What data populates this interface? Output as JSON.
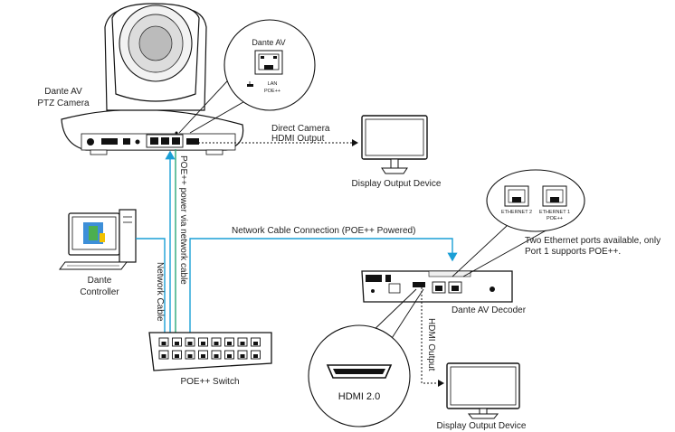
{
  "camera": {
    "line1": "Dante AV",
    "line2": "PTZ Camera"
  },
  "camera_port_zoom": {
    "title": "Dante AV",
    "lan": "LAN",
    "poe": "POE++"
  },
  "direct_output": {
    "line1": "Direct Camera",
    "line2": "HDMI Output"
  },
  "display_top": {
    "label": "Display Output Device"
  },
  "poe_power": {
    "label": "POE++ power via network cable"
  },
  "network_connection": {
    "label": "Network Cable Connection (POE++ Powered)"
  },
  "controller": {
    "line1": "Dante",
    "line2": "Controller"
  },
  "network_cable": {
    "label": "Network Cable"
  },
  "switch": {
    "label": "POE++ Switch"
  },
  "decoder": {
    "label": "Dante AV Decoder"
  },
  "decoder_ports_zoom": {
    "port2": "ETHERNET 2",
    "port1": "ETHERNET 1",
    "port1_poe": "POE++"
  },
  "ports_note": {
    "line1": "Two Ethernet ports available, only",
    "line2": "Port 1 supports POE++."
  },
  "hdmi_output": {
    "label": "HDMI Output"
  },
  "hdmi_callout": {
    "label": "HDMI 2.0"
  },
  "display_bottom": {
    "label": "Display Output Device"
  },
  "colors": {
    "line": "#111111",
    "cable_blue": "#1a9fd6",
    "cable_green": "#2aa877",
    "screen_blue": "#3d8fd8",
    "screen_green": "#4caf50",
    "screen_yellow": "#f2c200"
  }
}
